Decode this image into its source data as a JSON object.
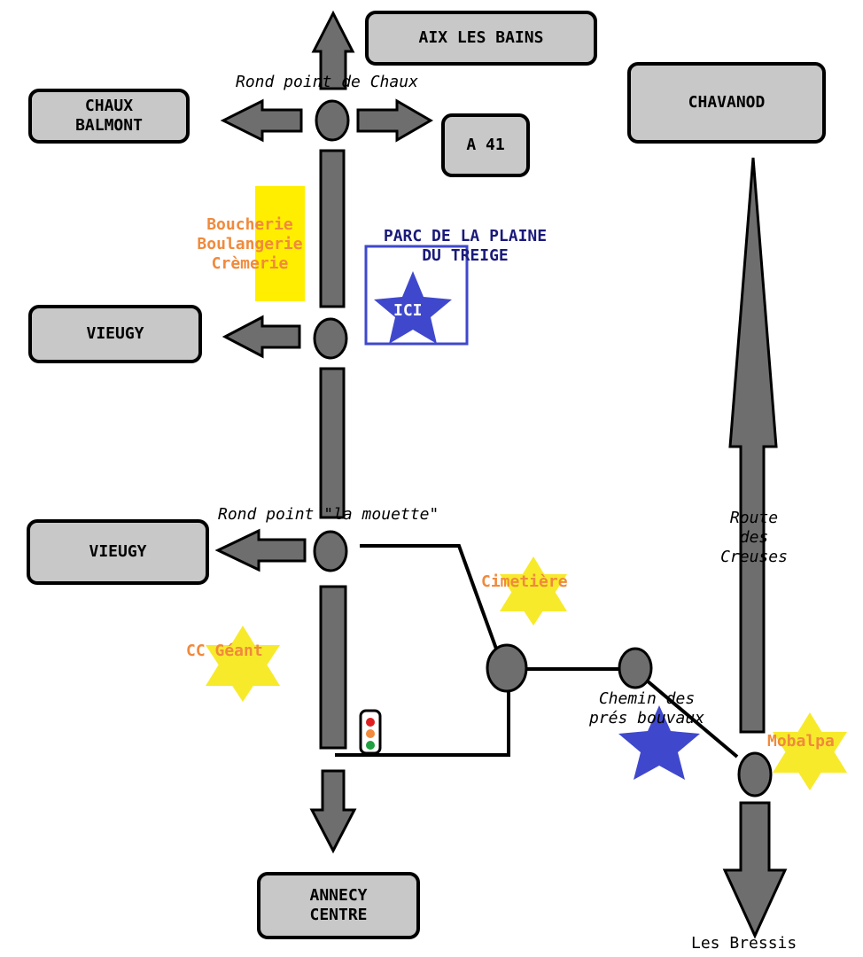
{
  "destinations": {
    "aix_les_bains": "AIX LES BAINS",
    "chaux_balmont": "CHAUX\nBALMONT",
    "a41": "A 41",
    "chavanod": "CHAVANOD",
    "vieugy_top": "VIEUGY",
    "vieugy_bottom": "VIEUGY",
    "annecy_centre": "ANNECY\nCENTRE"
  },
  "labels": {
    "rond_point_chaux": "Rond point de Chaux",
    "rond_point_mouette": "Rond point \"la mouette\"",
    "commerces": "Boucherie\nBoulangerie\nCrèmerie",
    "parc": "PARC DE LA PLAINE\nDU TREIGE",
    "ici": "ICI",
    "cimetiere": "Cimetière",
    "cc_geant": "CC Géant",
    "chemin": "Chemin des\nprés bouvaux",
    "mobalpa": "Mobalpa",
    "route_creuses": "Route\ndes\nCreuses",
    "les_bressis": "Les Bressis"
  },
  "colors": {
    "road_gray": "#6e6e6e",
    "box_gray": "#c8c8c8",
    "outline": "#000000",
    "highlight_yellow": "#ffee00",
    "star_yellow": "#f7ea2b",
    "star_blue": "#3f48cc",
    "label_orange": "#f08a3c",
    "label_navy": "#1a1a7a"
  }
}
